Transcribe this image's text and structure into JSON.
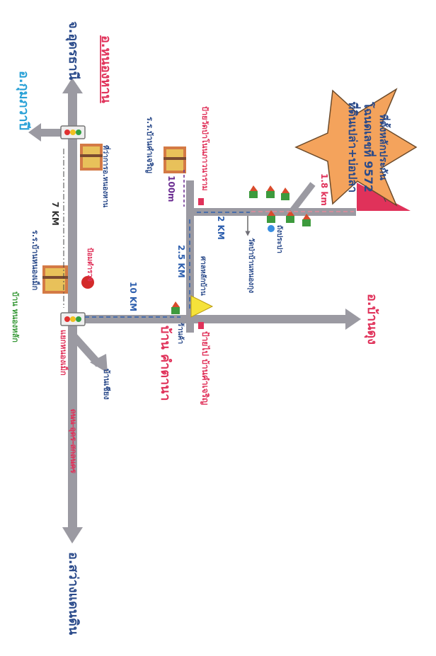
{
  "colors": {
    "road": "#9b9aa2",
    "red": "#e0325a",
    "blue": "#2e5fae",
    "darkblue": "#2a4a8a",
    "purple": "#6a2c91",
    "green": "#3a9a3a",
    "cyan": "#27a0d6",
    "star": "#f4a35c",
    "starStroke": "#6b4a2a",
    "lightRed": "#e4899a"
  },
  "star": {
    "line1": "ที่ดินเปล่า+บ่อปลา",
    "line2": "โฉนดเลขที่ 9572",
    "line3": "ที่ตั้งหลักประกัน"
  },
  "places": {
    "udon": "จ.อุดรธานี",
    "nonghan": "อ.หนองหาน",
    "kumphawapi": "อ.กุมภวาปี",
    "sawang": "อ.สว่างแดนดิน",
    "bankhut": "อ.บ้านดุง",
    "khamtana": "บ้าน คำตานา"
  },
  "labels": {
    "policeSubstation": "ที่ว่าการอ.หนองหาน",
    "schoolKhamcharoen": "ร.ร.บ้านคำเจริญ",
    "templeSign": "ป้ายวัดป่าโนนภาวนาราม",
    "schoolNongmek": "ร.ร.บ้านหนองเม็ก",
    "policeBox": "ป้อมตำรวจ",
    "banNongmek": "บ้าน หนองหลัก",
    "junctionNongmek": "แยกหนองเม็ก",
    "banchiang": "บ้านเชียง",
    "highway": "ถนน อุดร-สกลนคร",
    "shrine": "ศาลหลักบ้าน",
    "shop": "ร้านค้า",
    "signKhamcharoen": "ป้ายไป บ้านคำเจริญ",
    "templeNongkung": "วัดป่าบ้านหนองกุง",
    "waterTank": "ถังประปา"
  },
  "distances": {
    "d7km": "7 KM",
    "d10km": "10 KM",
    "d25km": "2.5 KM",
    "d2km": "2 KM",
    "d100m": "100m",
    "d18km": "1.8 km"
  }
}
